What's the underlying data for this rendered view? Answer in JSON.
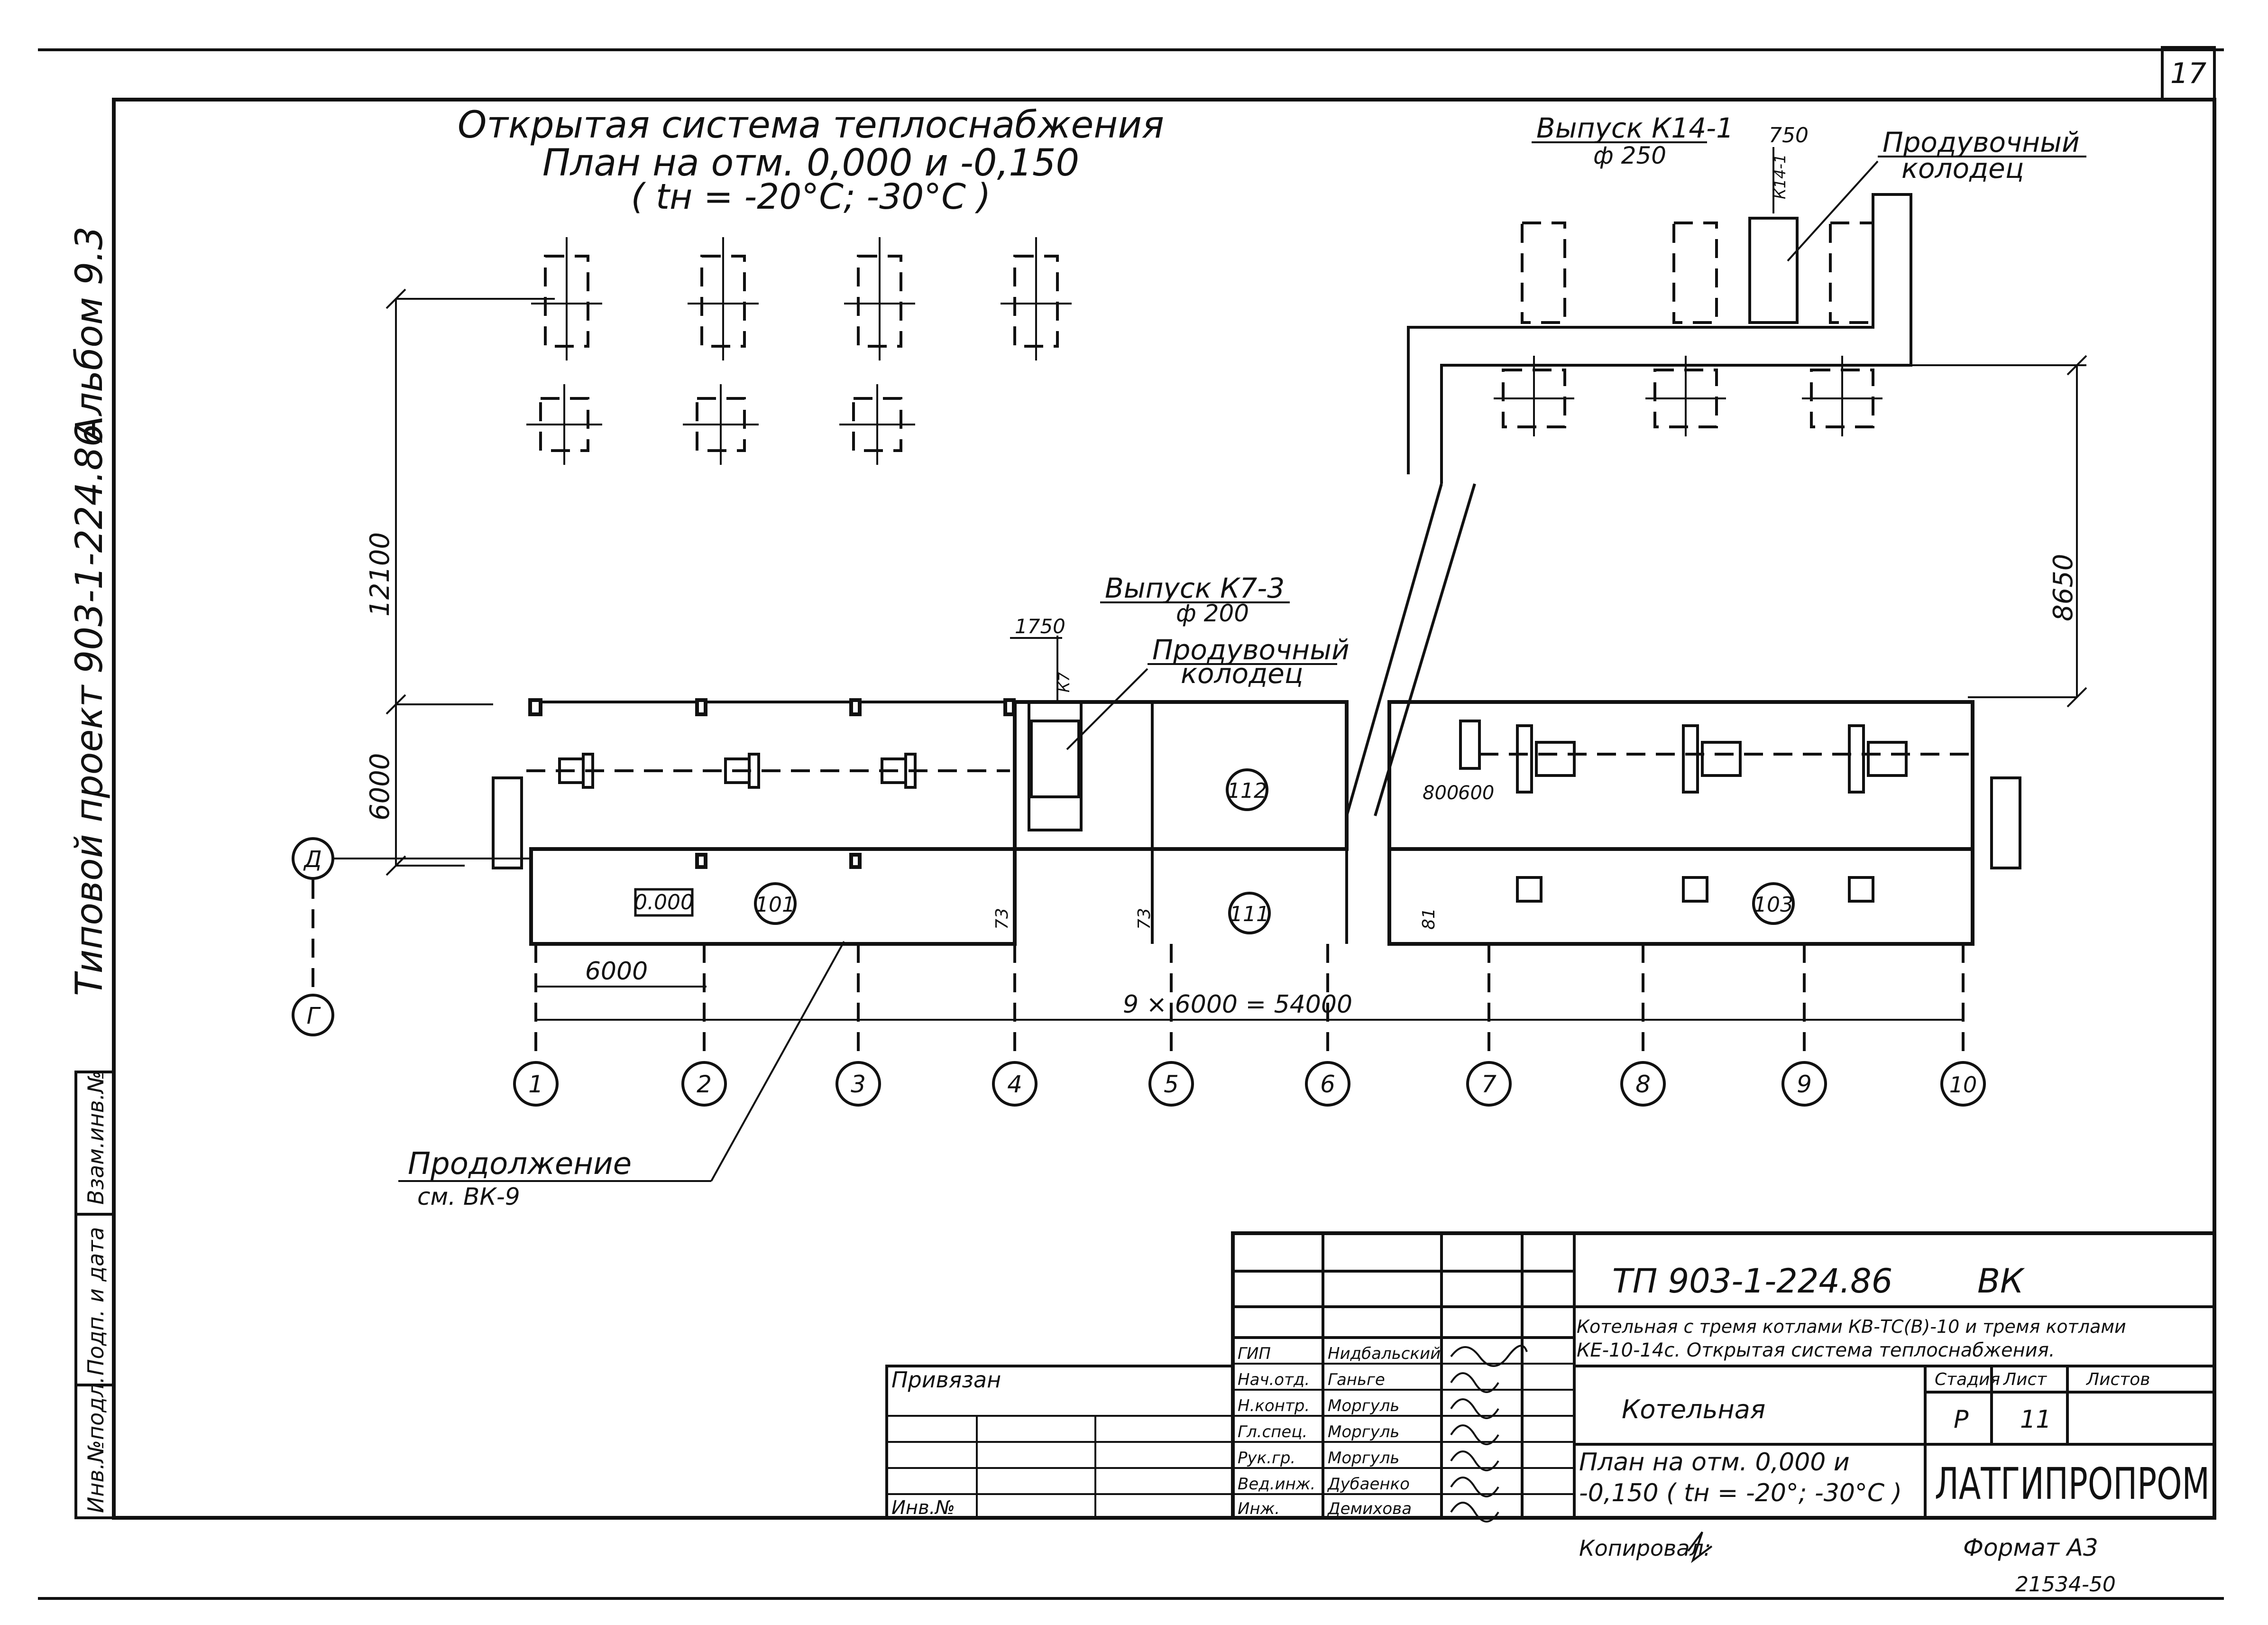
{
  "page_number": "17",
  "titles": {
    "line1": "Открытая система теплоснабжения",
    "line2": "План на отм. 0,000 и -0,150",
    "line3": "( tн = -20°C; -30°C )"
  },
  "side_label": {
    "project": "Типовой проект 903-1-224.86",
    "album": "Альбом 9.3"
  },
  "outlet_k14": {
    "title": "Выпуск К14-1",
    "diam": "ф 250",
    "dim": "750",
    "pipe_tag": "К14-1"
  },
  "outlet_k7": {
    "title": "Выпуск К7-3",
    "diam": "ф 200",
    "dim": "1750",
    "pipe_tag": "К7"
  },
  "well_label": {
    "line1": "Продувочный",
    "line2": "колодец"
  },
  "dimensions": {
    "vert_12100": "12100",
    "vert_6000": "6000",
    "vert_8650": "8650",
    "bay": "6000",
    "total": "9 × 6000 = 54000",
    "small_800": "800",
    "small_600": "600",
    "small_73a": "73",
    "small_73b": "73",
    "small_81": "81"
  },
  "rooms": {
    "r101": "101",
    "r111": "111",
    "r112": "112",
    "r103": "103"
  },
  "level_mark": "0.000",
  "row_axes": {
    "d": "Д",
    "g": "Г"
  },
  "column_axes": [
    "1",
    "2",
    "3",
    "4",
    "5",
    "6",
    "7",
    "8",
    "9",
    "10"
  ],
  "continuation": {
    "line1": "Продолжение",
    "line2": "см. ВК-9"
  },
  "stamp": {
    "code": "ТП 903-1-224.86",
    "mark": "ВК",
    "desc1": "Котельная с тремя котлами КВ-ТС(В)-10 и тремя котлами",
    "desc2": "КЕ-10-14с. Открытая система теплоснабжения.",
    "object": "Котельная",
    "sheet_title1": "План на отм. 0,000 и",
    "sheet_title2": "-0,150 ( tн = -20°; -30°С )",
    "stage_hdr": "Стадия",
    "sheet_hdr": "Лист",
    "sheets_hdr": "Листов",
    "stage": "Р",
    "sheet": "11",
    "org": "ЛАТГИПРОПРОМ",
    "bound": "Привязан",
    "inv": "Инв.№",
    "copied": "Копировал:",
    "format": "Формат А3",
    "archive": "21534-50"
  },
  "signers": [
    {
      "role": "ГИП",
      "name": "Нидбальский"
    },
    {
      "role": "Нач.отд.",
      "name": "Ганьге"
    },
    {
      "role": "Н.контр.",
      "name": "Моргуль"
    },
    {
      "role": "Гл.спец.",
      "name": "Моргуль"
    },
    {
      "role": "Рук.гр.",
      "name": "Моргуль"
    },
    {
      "role": "Вед.инж.",
      "name": "Дубаенко"
    },
    {
      "role": "Инж.",
      "name": "Демихова"
    }
  ],
  "left_strip": [
    "Взам.инв.№",
    "Подп. и дата",
    "Инв.№подл."
  ]
}
